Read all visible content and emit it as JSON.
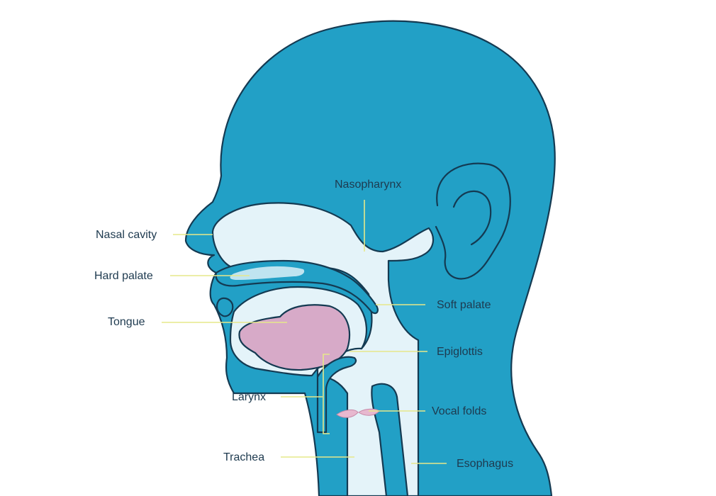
{
  "colors": {
    "skin": "#22a0c6",
    "airway": "#e4f3f9",
    "tongue": "#d7aac8",
    "palate_highlight": "#bfe4f0",
    "vocal_folds": "#e7b8cf",
    "outline": "#143a52",
    "leader_line": "#e6e88a",
    "label_text": "#1e3a4f"
  },
  "labels": {
    "nasal_cavity": "Nasal cavity",
    "hard_palate": "Hard palate",
    "tongue": "Tongue",
    "larynx": "Larynx",
    "trachea": "Trachea",
    "nasopharynx": "Nasopharynx",
    "soft_palate": "Soft palate",
    "epiglottis": "Epiglottis",
    "vocal_folds": "Vocal folds",
    "esophagus": "Esophagus"
  }
}
